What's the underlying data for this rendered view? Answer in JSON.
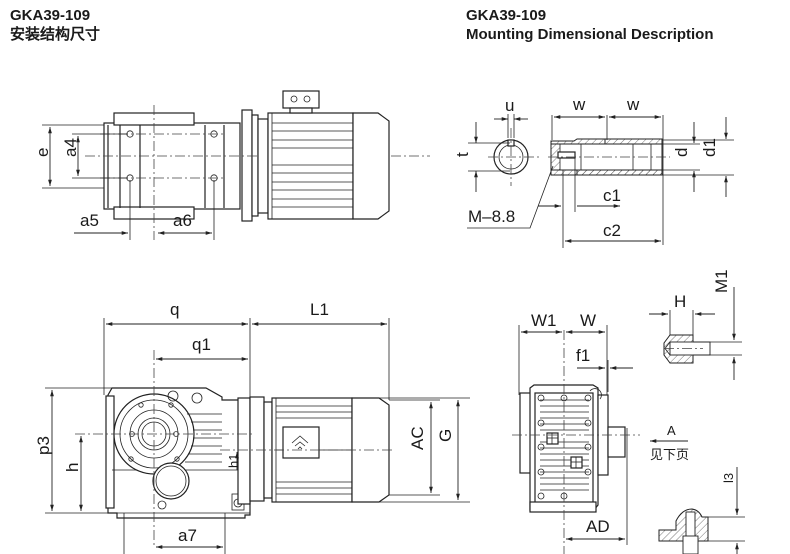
{
  "header": {
    "left": {
      "model": "GKA39-109",
      "subtitle": "安装结构尺寸"
    },
    "right": {
      "model": "GKA39-109",
      "subtitle": "Mounting Dimensional Description"
    }
  },
  "views": {
    "top_view": {
      "labels": {
        "e": "e",
        "a4": "a4",
        "a5": "a5",
        "a6": "a6"
      }
    },
    "hollow_shaft_detail": {
      "labels": {
        "u": "u",
        "t": "t",
        "w_left": "w",
        "w_right": "w",
        "d": "d",
        "d1": "d1",
        "c1": "c1",
        "c2": "c2",
        "bolt": "M–8.8"
      }
    },
    "front_view": {
      "labels": {
        "q": "q",
        "q1": "q1",
        "L1": "L1",
        "p3": "p3",
        "h": "h",
        "h1": "h1",
        "a7": "a7",
        "AC": "AC",
        "G": "G"
      }
    },
    "side_view": {
      "labels": {
        "W1": "W1",
        "W": "W",
        "f1": "f1",
        "AD": "AD"
      }
    },
    "bolt_hole_detail": {
      "labels": {
        "H": "H",
        "M1": "M1"
      }
    },
    "view_reference": {
      "letter": "A",
      "note": "见下页"
    },
    "foot_detail": {
      "labels": {
        "l3": "l3"
      }
    }
  },
  "colors": {
    "ink": "#1a1a1a",
    "background": "#ffffff"
  }
}
